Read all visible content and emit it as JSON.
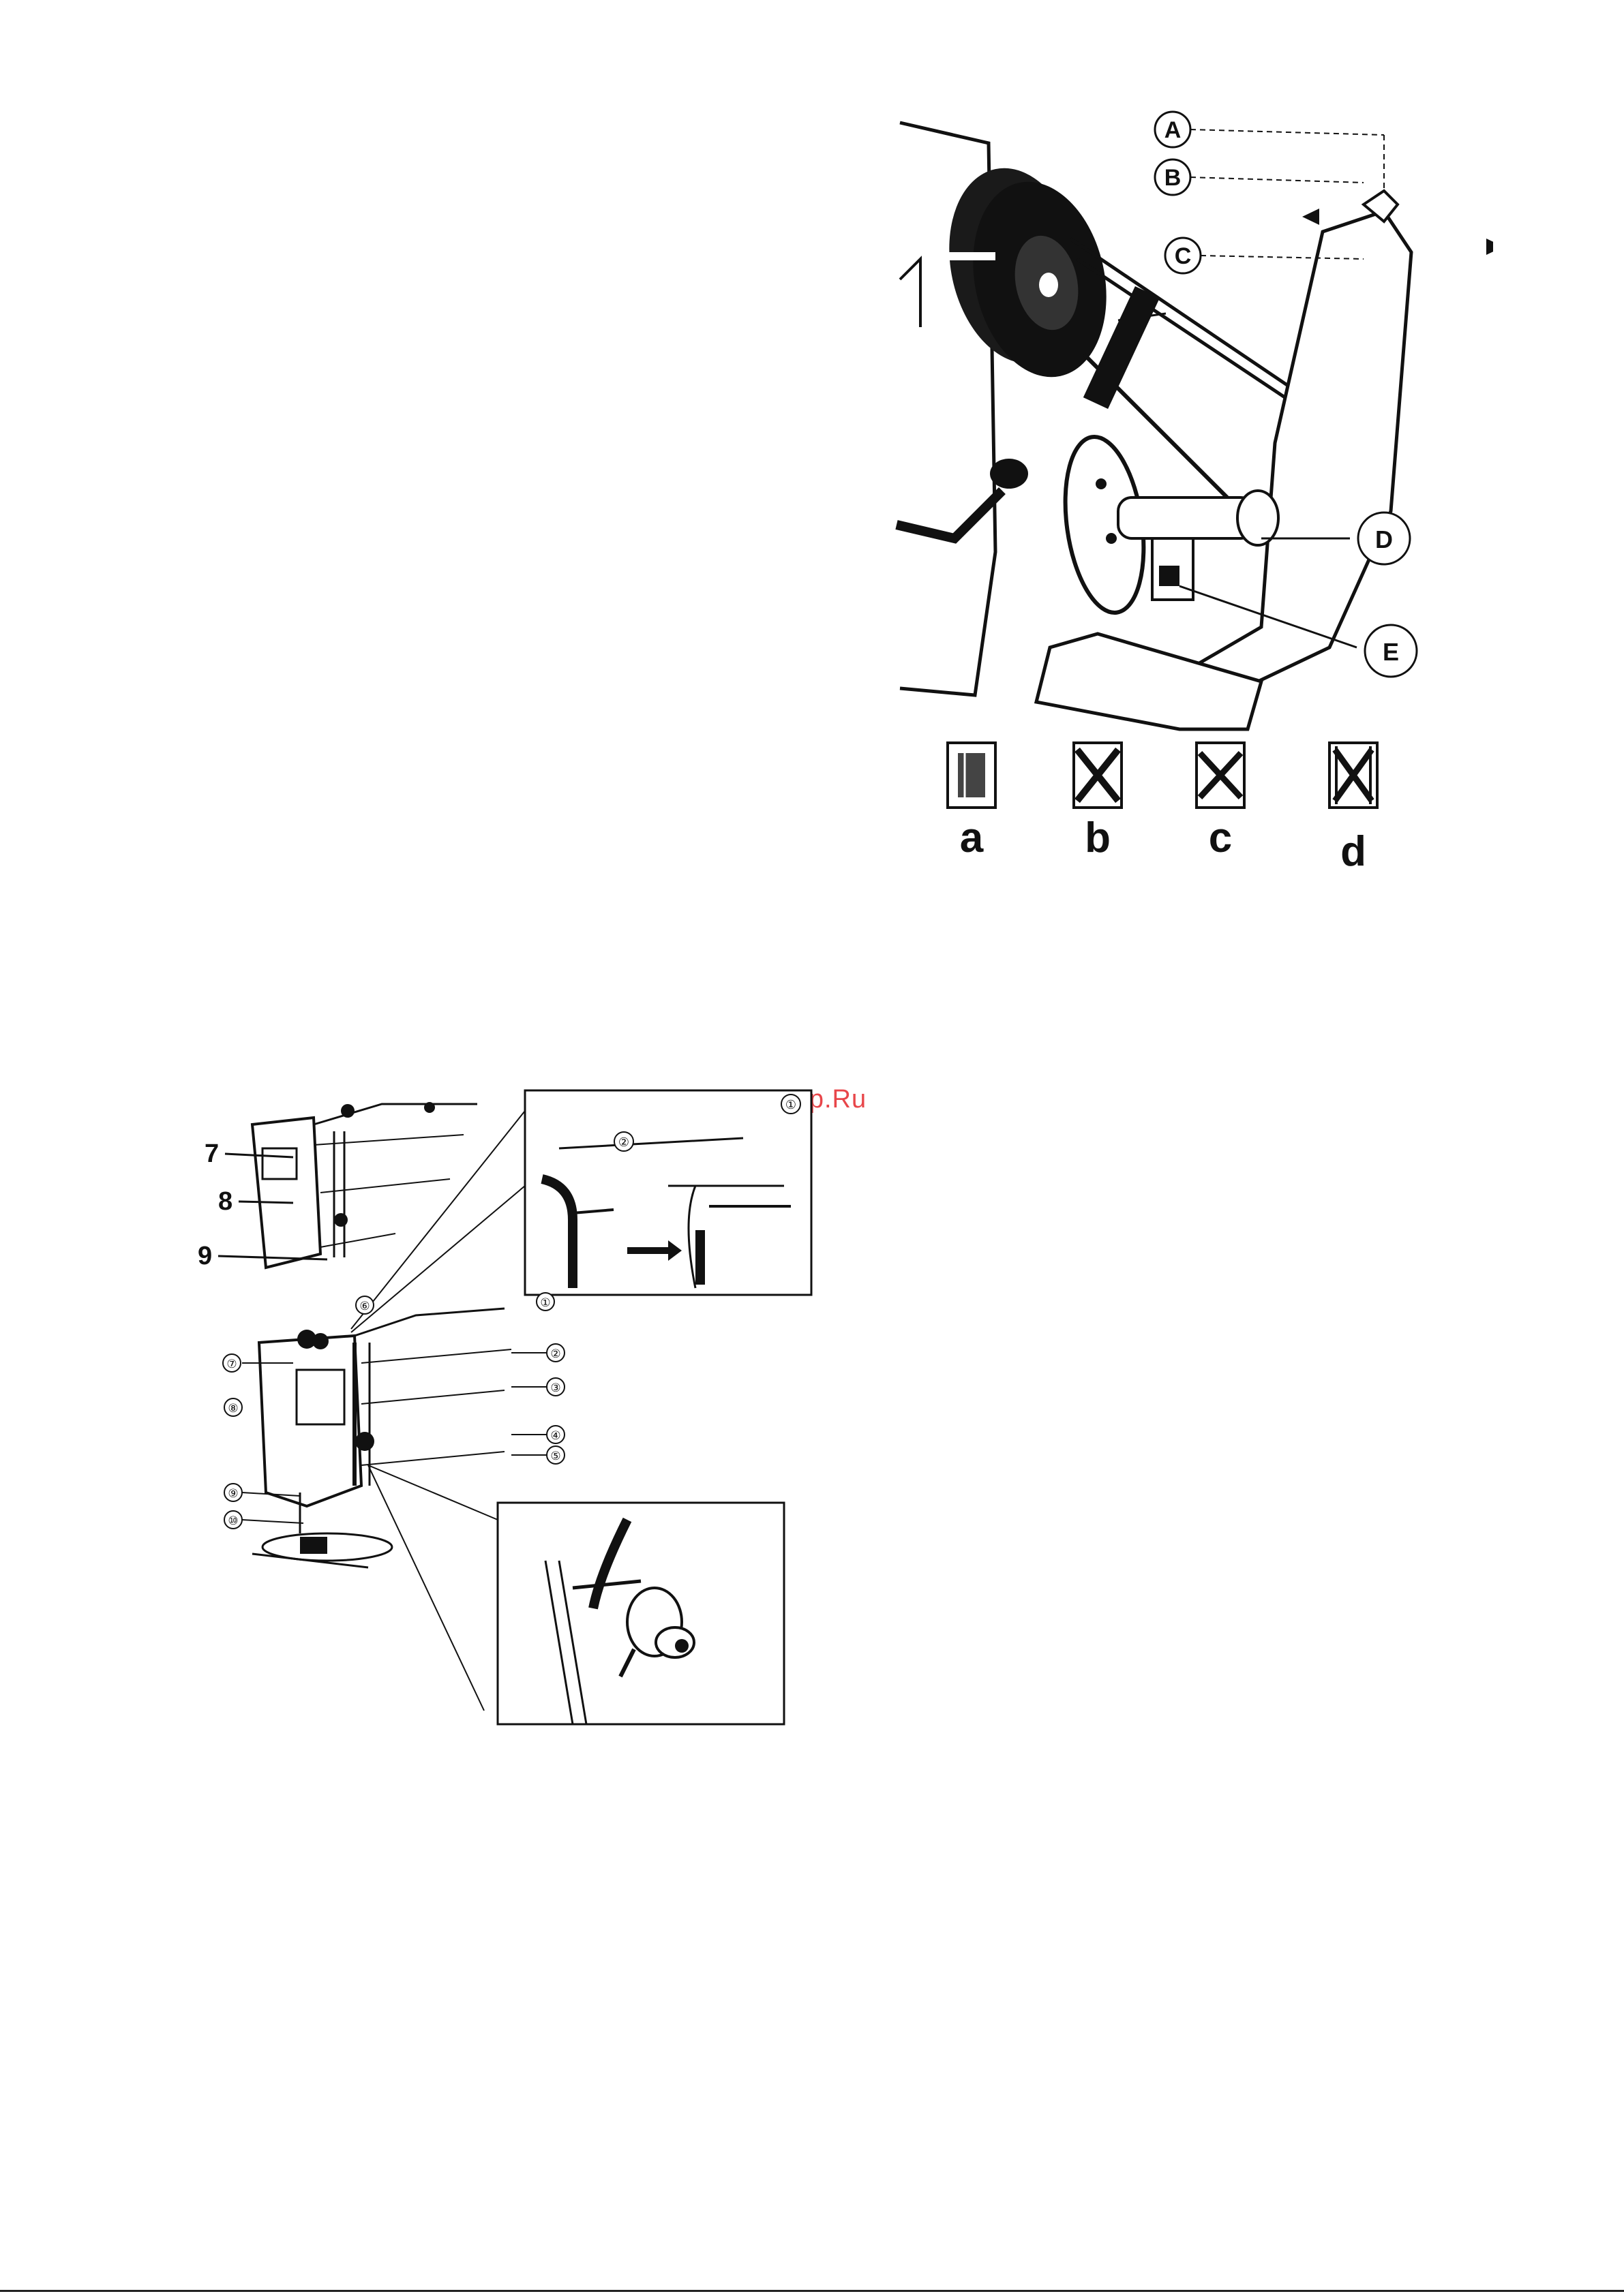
{
  "watermark": "McGrp.Ru",
  "winder_figure": {
    "callouts": [
      "A",
      "B",
      "C",
      "D",
      "E"
    ],
    "bobbin_labels": [
      "a",
      "b",
      "c",
      "d"
    ]
  },
  "threading_figure": {
    "side_numbers": [
      "7",
      "8",
      "9"
    ],
    "circled_numbers": [
      "①",
      "②",
      "③",
      "④",
      "⑤",
      "⑥",
      "⑦",
      "⑧",
      "⑨",
      "⑩"
    ]
  }
}
